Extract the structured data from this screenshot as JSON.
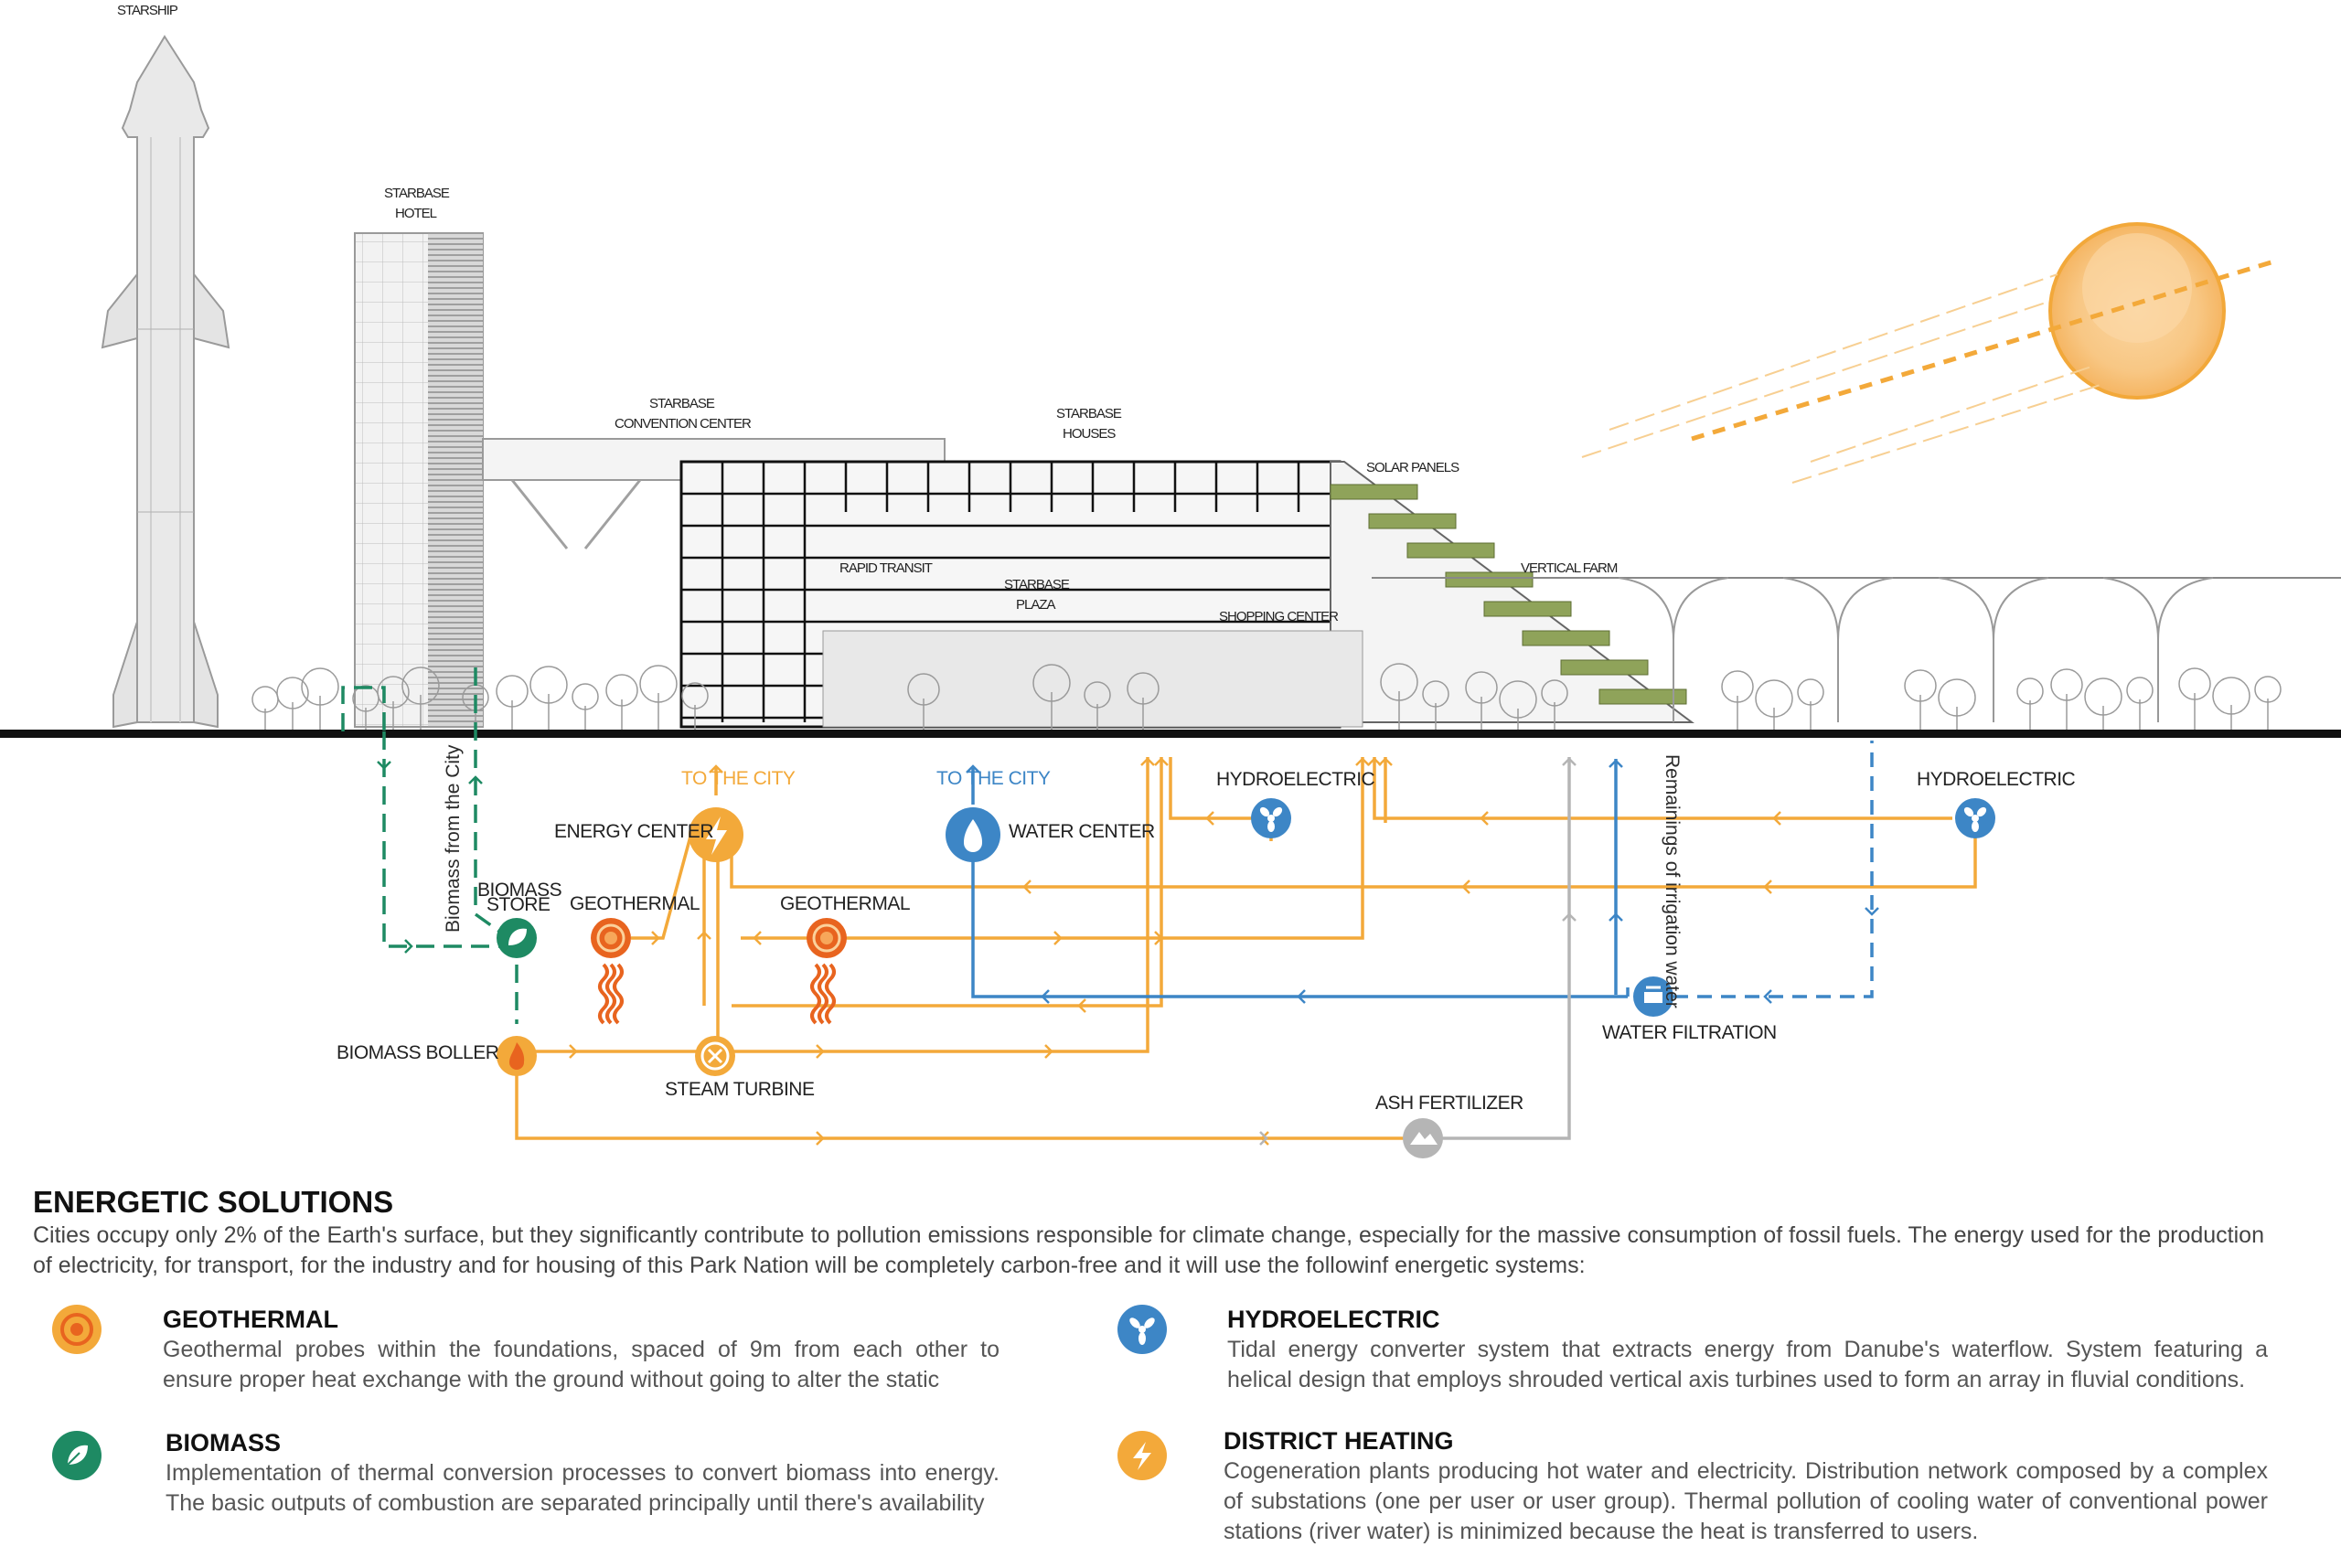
{
  "building_labels": {
    "starship": "STARSHIP",
    "hotel": [
      "STARBASE",
      "HOTEL"
    ],
    "convention": [
      "STARBASE",
      "CONVENTION CENTER"
    ],
    "houses": [
      "STARBASE",
      "HOUSES"
    ],
    "solar_panels": "SOLAR PANELS",
    "vertical_farm": "VERTICAL FARM",
    "rapid_transit": "RAPID TRANSIT",
    "plaza": [
      "STARBASE",
      "PLAZA"
    ],
    "shopping": "SHOPPING CENTER"
  },
  "nodes": {
    "to_city_1": "TO THE CITY",
    "to_city_2": "TO THE CITY",
    "energy_center": "ENERGY CENTER",
    "water_center": "WATER CENTER",
    "hydro_1": "HYDROELECTRIC",
    "hydro_2": "HYDROELECTRIC",
    "biomass_store": [
      "BIOMASS",
      "STORE"
    ],
    "geothermal_1": "GEOTHERMAL",
    "geothermal_2": "GEOTHERMAL",
    "biomass_boiler": "BIOMASS BOLLER",
    "steam_turbine": "STEAM TURBINE",
    "ash_fertilizer": "ASH FERTILIZER",
    "water_filtration": "WATER FILTRATION",
    "biomass_from_city": "Biomass from the City",
    "irrigation": "Remainings of irrigation water"
  },
  "colors": {
    "orange": "#f3a93a",
    "blue": "#3d86c6",
    "green": "#1e8a63",
    "gray": "#b5b5b5",
    "geo": "#e8641f"
  },
  "section": {
    "title": "ENERGETIC SOLUTIONS",
    "intro": "Cities occupy only 2% of the Earth's surface, but they significantly contribute to pollution emissions responsible for climate change, especially for the massive consumption of fossil fuels. The energy used for the production of electricity, for transport, for the industry and for housing of this Park Nation will be completely carbon-free and it will use the followinf energetic systems:"
  },
  "solutions": [
    {
      "title": "GEOTHERMAL",
      "icon": "geothermal-icon",
      "text": "Geothermal probes within the foundations, spaced of 9m from each other to ensure proper heat exchange with the ground without going to alter the static"
    },
    {
      "title": "HYDROELECTRIC",
      "icon": "hydroelectric-icon",
      "text": "Tidal energy converter system that extracts energy from Danube's waterflow. System featuring a helical design that employs shrouded vertical axis turbines  used to form an array in fluvial conditions."
    },
    {
      "title": "BIOMASS",
      "icon": "leaf-icon",
      "text": "Implementation of thermal conversion processes to convert biomass into energy. The basic outputs of combustion are separated principally until there's availability"
    },
    {
      "title": "DISTRICT HEATING",
      "icon": "lightning-icon",
      "text": "Cogeneration plants producing hot water and electricity. Distribution network composed by a complex of substations (one per user or user group). Thermal pollution of cooling water of conventional power stations (river water) is minimized because the heat is transferred to users."
    }
  ]
}
